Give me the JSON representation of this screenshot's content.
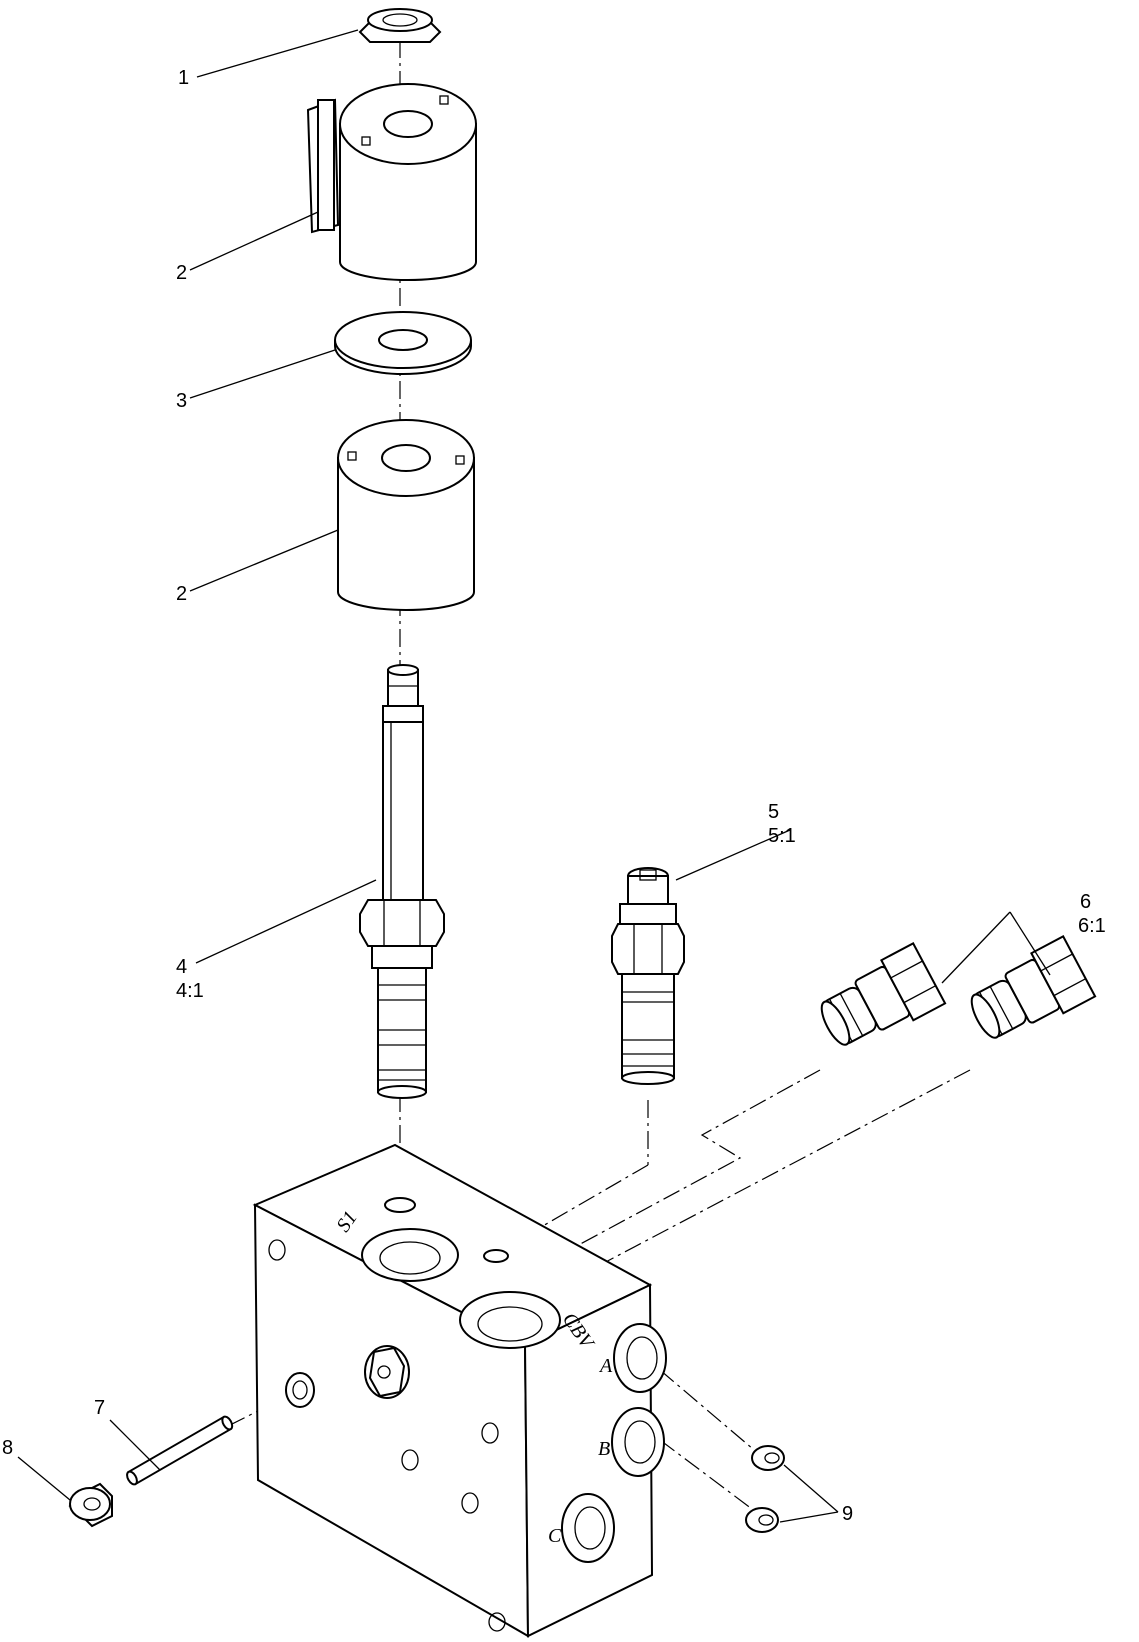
{
  "callouts": {
    "c1": "1",
    "c2a": "2",
    "c3": "3",
    "c2b": "2",
    "c4": "4",
    "c4_1": "4:1",
    "c5": "5",
    "c5_1": "5:1",
    "c6": "6",
    "c6_1": "6:1",
    "c7": "7",
    "c8": "8",
    "c9": "9"
  },
  "block_markings": {
    "s1": "S1",
    "cbv": "CBV",
    "a": "A",
    "b": "B",
    "c": "C"
  }
}
